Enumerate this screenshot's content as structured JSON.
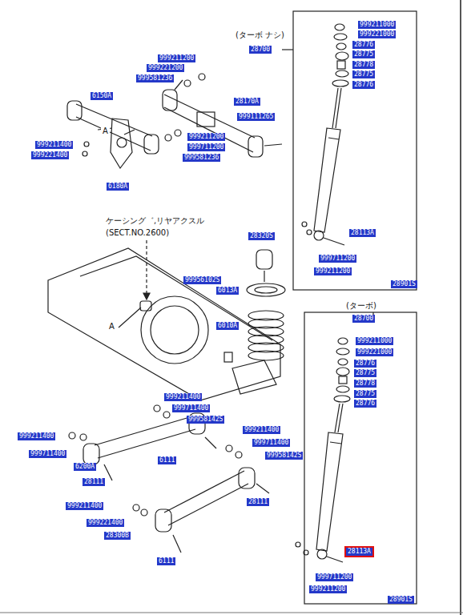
{
  "diagram": {
    "labels": [
      "(ターボ ナシ)",
      "28700",
      "999211000",
      "999221000",
      "28776",
      "28775",
      "28778",
      "28775",
      "28776",
      "28113A",
      "999711200",
      "999211200",
      "28901S",
      "(ターボ)",
      "28700",
      "999211000",
      "999221000",
      "28776",
      "28775",
      "28778",
      "28775",
      "28776",
      "28113A",
      "999711200",
      "999211200",
      "28901S",
      "999211200",
      "999221200",
      "999581236",
      "6150A",
      "28170A",
      "999111265",
      "999211400",
      "999221400",
      "6180A",
      "999211200",
      "999711200",
      "999581236",
      "A",
      "ケーシング゛,リヤアクスル",
      "(SECT.NO.2600)",
      "28320S",
      "99956102S",
      "6013A",
      "6010A",
      "A",
      "999211400",
      "999711400",
      "99958142S",
      "999211400",
      "999711400",
      "6200A",
      "28111",
      "6111",
      "999211400",
      "999711400",
      "99958142S",
      "28111",
      "999211400",
      "999221400",
      "28300B",
      "6111"
    ]
  }
}
